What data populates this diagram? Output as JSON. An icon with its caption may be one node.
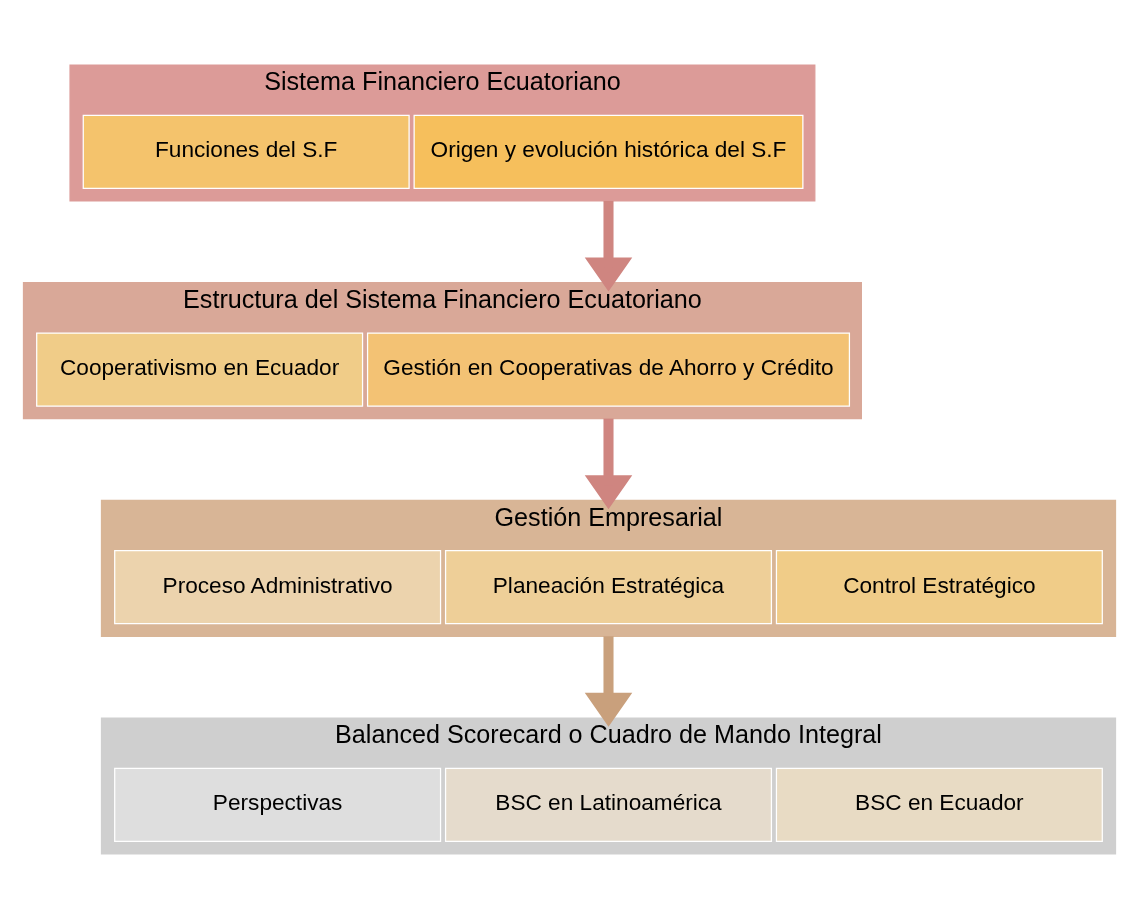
{
  "diagram": {
    "nodes": [
      {
        "text": [
          "Sistema Financiero Ecuatoriano"
        ]
      },
      {
        "text": [
          "Funciones del S.F"
        ],
        "in": 0
      },
      {
        "text": [
          "Origen y evolución histórica del S.F"
        ],
        "in": 0
      },
      {
        "text": [
          "Estructura del Sistema Financiero Ecuatoriano"
        ]
      },
      {
        "text": [
          "Cooperativismo en Ecuador"
        ],
        "in": 3
      },
      {
        "text": [
          "Gestión en Cooperativas de Ahorro y Crédito"
        ],
        "in": 3
      },
      {
        "text": [
          "Gestión Empresarial"
        ]
      },
      {
        "text": [
          "Proceso Administrativo"
        ],
        "in": 6
      },
      {
        "text": [
          "Planeación Estratégica"
        ],
        "in": 6
      },
      {
        "text": [
          "Control Estratégico"
        ],
        "in": 6
      },
      {
        "text": [
          "Balanced Scorecard o Cuadro de Mando Integral"
        ]
      },
      {
        "text": [
          "Perspectivas"
        ],
        "in": 10
      },
      {
        "text": [
          "BSC en Latinoamérica"
        ],
        "in": 10
      },
      {
        "text": [
          "BSC en Ecuador"
        ],
        "in": 10
      }
    ],
    "edges": [
      {
        "from": 0,
        "to": 3,
        "arrow": "to"
      },
      {
        "from": 3,
        "to": 6,
        "arrow": "to"
      },
      {
        "from": 6,
        "to": 10,
        "arrow": "to",
        "color": "#c9a07c"
      }
    ]
  }
}
